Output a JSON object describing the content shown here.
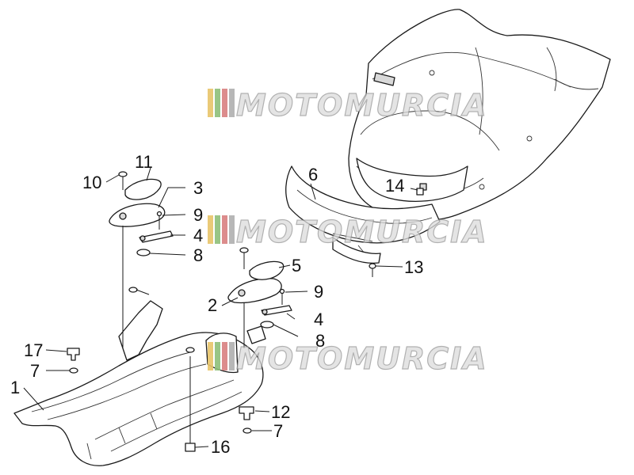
{
  "watermark": {
    "text": "MOTOMURCIA",
    "stripe_colors": [
      "#e8c56a",
      "#8fbf7a",
      "#d98080",
      "#b0b0b0"
    ]
  },
  "callouts": [
    {
      "id": "c1",
      "label": "1"
    },
    {
      "id": "c2",
      "label": "2"
    },
    {
      "id": "c3",
      "label": "3"
    },
    {
      "id": "c4a",
      "label": "4"
    },
    {
      "id": "c4b",
      "label": "4"
    },
    {
      "id": "c5",
      "label": "5"
    },
    {
      "id": "c6",
      "label": "6"
    },
    {
      "id": "c7a",
      "label": "7"
    },
    {
      "id": "c7b",
      "label": "7"
    },
    {
      "id": "c8a",
      "label": "8"
    },
    {
      "id": "c8b",
      "label": "8"
    },
    {
      "id": "c9a",
      "label": "9"
    },
    {
      "id": "c9b",
      "label": "9"
    },
    {
      "id": "c10",
      "label": "10"
    },
    {
      "id": "c11",
      "label": "11"
    },
    {
      "id": "c12",
      "label": "12"
    },
    {
      "id": "c13",
      "label": "13"
    },
    {
      "id": "c14",
      "label": "14"
    },
    {
      "id": "c16",
      "label": "16"
    },
    {
      "id": "c17",
      "label": "17"
    }
  ]
}
